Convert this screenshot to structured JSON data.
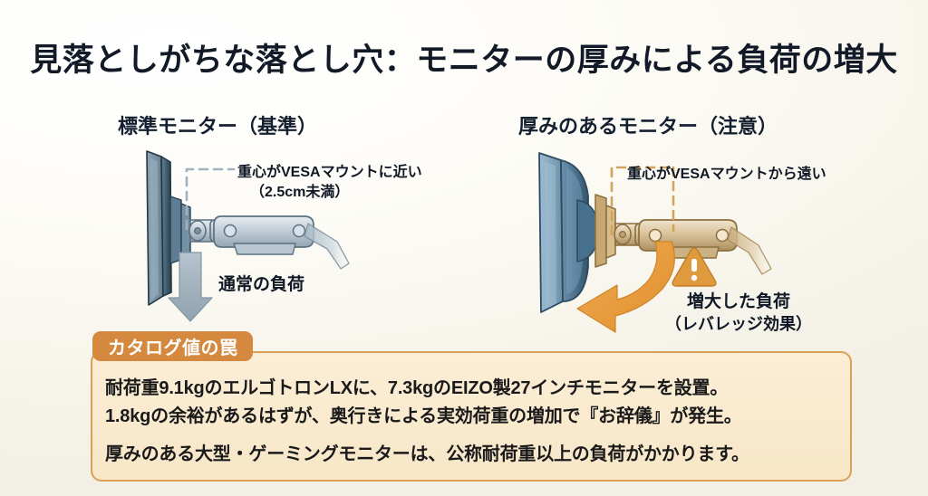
{
  "page": {
    "title": "見落としがちな落とし穴：モニターの厚みによる負荷の増大",
    "background_color": "#fbf9f1"
  },
  "panels": {
    "left": {
      "heading": "標準モニター（基準）",
      "callout_line1": "重心がVESAマウントに近い",
      "callout_line2": "（2.5cm未満）",
      "load_label": "通常の負荷",
      "arrow_color": "#9aa9b4",
      "monitor_color": "#4f6a80",
      "arm_color": "#b9c6d0"
    },
    "right": {
      "heading": "厚みのあるモニター（注意）",
      "callout_line1": "重心がVESAマウントから遠い",
      "load_line1": "増大した負荷",
      "load_line2": "（レバレッジ効果）",
      "arrow_color": "#e39a3f",
      "monitor_color": "#547792",
      "arm_color": "#c9ab7e",
      "warning_glyph": "!"
    }
  },
  "info_box": {
    "tab_label": "カタログ値の罠",
    "tab_color": "#d4893f",
    "box_color": "#f8e7c8",
    "border_color": "#dba055",
    "lines": [
      "耐荷重9.1kgのエルゴトロンLXに、7.3kgのEIZO製27インチモニターを設置。",
      "1.8kgの余裕があるはずが、奥行きによる実効荷重の増加で『お辞儀』が発生。",
      "厚みのある大型・ゲーミングモニターは、公称耐荷重以上の負荷がかかります。"
    ]
  }
}
